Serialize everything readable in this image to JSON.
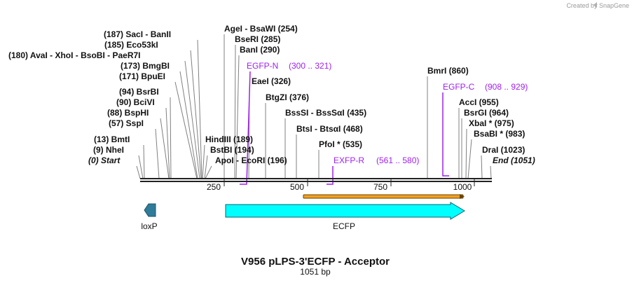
{
  "watermark": "Created by SnapGene",
  "title": "V956 pLPS-3'ECFP - Acceptor",
  "length_label": "1051 bp",
  "sequence_length": 1051,
  "ruler_ticks": [
    {
      "label": "250",
      "pos": 250
    },
    {
      "label": "500",
      "pos": 500
    },
    {
      "label": "750",
      "pos": 750
    },
    {
      "label": "1000",
      "pos": 1000
    }
  ],
  "sites": [
    {
      "text": "(187)  SacI  - BanII",
      "pos": 187
    },
    {
      "text": "(185)  Eco53kI",
      "pos": 185
    },
    {
      "text": "(180)  AvaI  - XhoI  - BsoBI  - PaeR7I",
      "pos": 180
    },
    {
      "text": "(173)  BmgBI",
      "pos": 173
    },
    {
      "text": "(171)  BpuEI",
      "pos": 171
    },
    {
      "text": "(94)  BsrBI",
      "pos": 94
    },
    {
      "text": "(90)  BciVI",
      "pos": 90
    },
    {
      "text": "(88)  BspHI",
      "pos": 88
    },
    {
      "text": "(57)  SspI",
      "pos": 57
    },
    {
      "text": "(13)  BmtI",
      "pos": 13
    },
    {
      "text": "(9)  NheI",
      "pos": 9
    },
    {
      "text": "(0)  Start",
      "pos": 0
    },
    {
      "text": "HindIII   (189)",
      "pos": 189
    },
    {
      "text": "BstBI   (194)",
      "pos": 194
    },
    {
      "text": "ApoI  - EcoRI   (196)",
      "pos": 196
    },
    {
      "text": "AgeI  - BsaWI   (254)",
      "pos": 254
    },
    {
      "text": "BseRI   (285)",
      "pos": 285
    },
    {
      "text": "BanI   (290)",
      "pos": 290
    },
    {
      "text": "EaeI   (326)",
      "pos": 326
    },
    {
      "text": "BtgZI   (376)",
      "pos": 376
    },
    {
      "text": "BssSI  - BssSαI   (435)",
      "pos": 435
    },
    {
      "text": "BtsI  - BtsαI   (468)",
      "pos": 468
    },
    {
      "text": "PfoI *   (535)",
      "pos": 535
    },
    {
      "text": "BmrI   (860)",
      "pos": 860
    },
    {
      "text": "AccI   (955)",
      "pos": 955
    },
    {
      "text": "BsrGI   (964)",
      "pos": 964
    },
    {
      "text": "XbaI *   (975)",
      "pos": 975
    },
    {
      "text": "BsaBI *   (983)",
      "pos": 983
    },
    {
      "text": "DraI   (1023)",
      "pos": 1023
    },
    {
      "text": "End   (1051)",
      "pos": 1051
    }
  ],
  "primers": [
    {
      "name": "EGFP-N",
      "range": "(300 .. 321)",
      "start": 300,
      "end": 321
    },
    {
      "name": "EXFP-R",
      "range": "(561 .. 580)",
      "start": 561,
      "end": 580
    },
    {
      "name": "EGFP-C",
      "range": "(908 .. 929)",
      "start": 908,
      "end": 929
    }
  ],
  "features": [
    {
      "name": "loxP",
      "color": "#2e7c99",
      "direction": "reverse"
    },
    {
      "name": "ECFP",
      "color": "#00ffff",
      "direction": "forward"
    }
  ],
  "orf_color": "#f0a020"
}
